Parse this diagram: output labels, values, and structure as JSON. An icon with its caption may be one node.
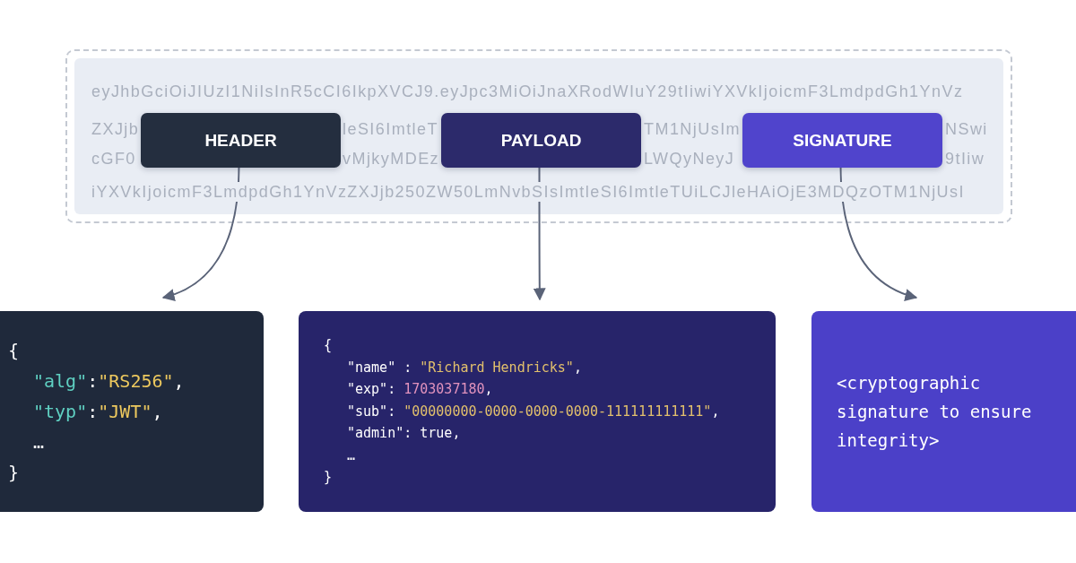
{
  "diagram": {
    "nodes": [
      {
        "text": [
          "eyJhbGciOiJIUzI1NiIsInR5cCI6IkpXVCJ9.eyJpc3MiOiJnaXRodWIuY29tIiwiYXVkIjoicmF3LmdpdGh1YnVz",
          "ZXJjb",
          "leSI6ImtleT",
          "TM1NjUsIm",
          "NSwi",
          "cGF0",
          "vMjkyMDEz",
          "LWQyNeyJ",
          "9tIiw",
          "iYXVkIjoicmF3LmdpdGh1YnVzZXJjb250ZW50LmNvbSIsImtleSI6ImtleTUiLCJleHAiOjE3MDQzOTM1NjUsI"
        ]
      },
      {
        "text": [
          "HEADER"
        ],
        "in": 0
      },
      {
        "text": [
          "PAYLOAD"
        ],
        "in": 0
      },
      {
        "text": [
          "SIGNATURE"
        ],
        "in": 0
      },
      {
        "text": [
          "{",
          "\"alg\":\"RS256\",",
          "\"typ\":\"JWT\",",
          "…",
          "}"
        ]
      },
      {
        "text": [
          "{",
          "\"name\" : \"Richard Hendricks\",",
          "\"exp\": 1703037180,",
          "\"sub\": \"00000000-0000-0000-0000-111111111111\",",
          "\"admin\": true,",
          "…",
          "}"
        ]
      },
      {
        "text": [
          "<cryptographic signature to ensure integrity>"
        ]
      }
    ],
    "edges": [
      {
        "from": 1,
        "to": 4,
        "arrow": "to"
      },
      {
        "from": 2,
        "to": 5,
        "arrow": "to"
      },
      {
        "from": 3,
        "to": 6,
        "arrow": "to"
      }
    ]
  }
}
